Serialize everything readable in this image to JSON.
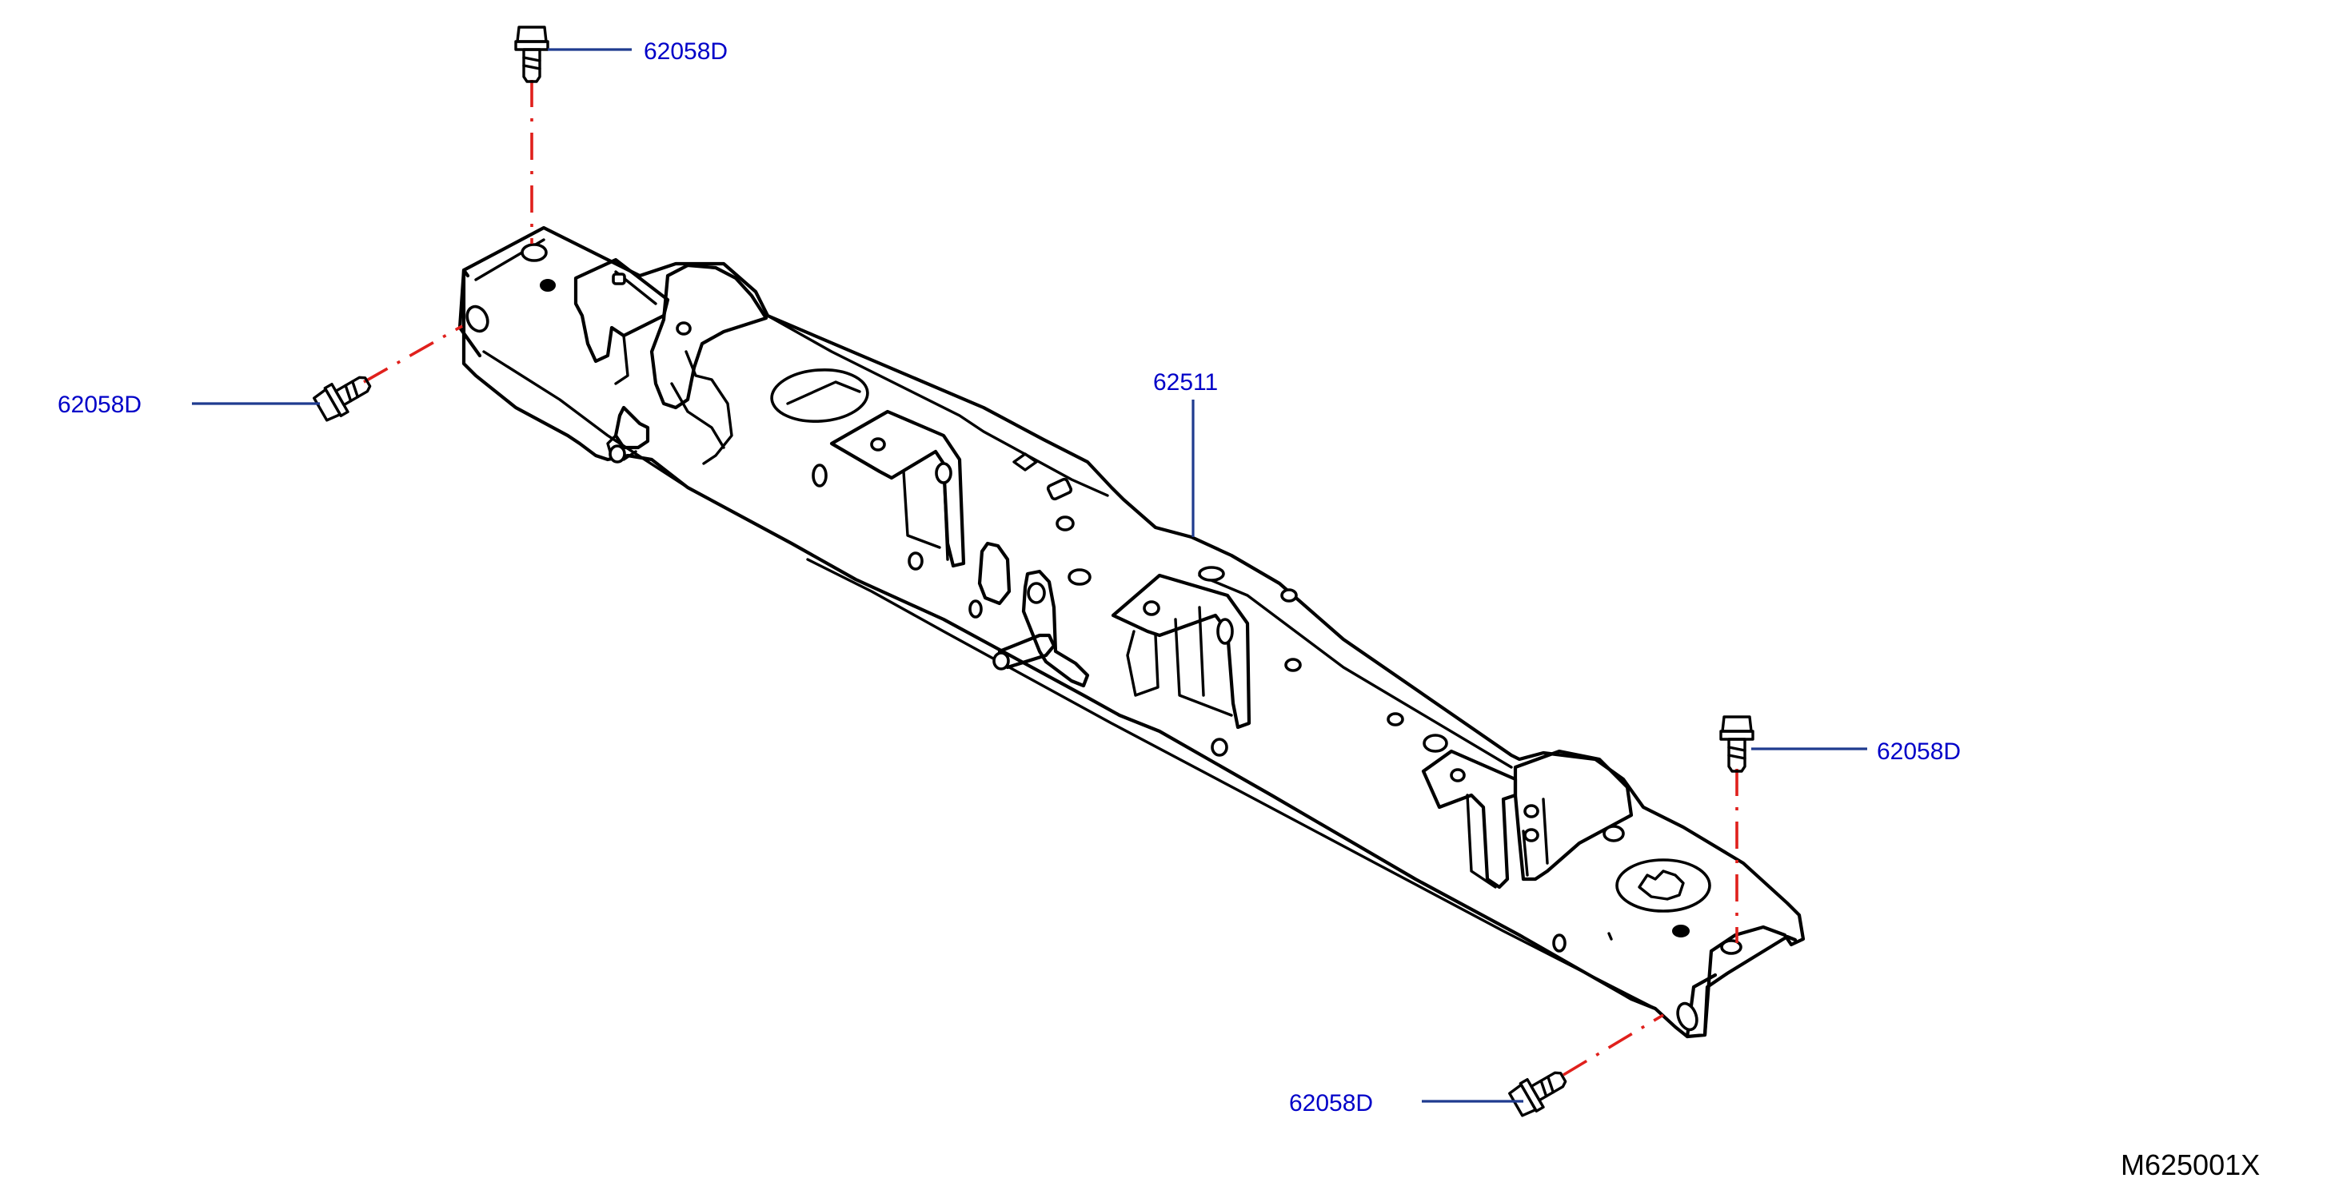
{
  "colors": {
    "line": "#000000",
    "callout_text": "#0000c8",
    "leader": "#1f3b8f",
    "install_path": "#e0201c"
  },
  "icons": {
    "bolt": "hex-flange-bolt-icon",
    "crossmember": "crossmember-part-drawing"
  },
  "parts": {
    "crossmember": {
      "part_number": "62511"
    },
    "bolt_top_left": {
      "part_number": "62058D"
    },
    "bolt_left": {
      "part_number": "62058D"
    },
    "bolt_right": {
      "part_number": "62058D"
    },
    "bolt_bottom": {
      "part_number": "62058D"
    }
  },
  "diagram_code": "M625001X"
}
